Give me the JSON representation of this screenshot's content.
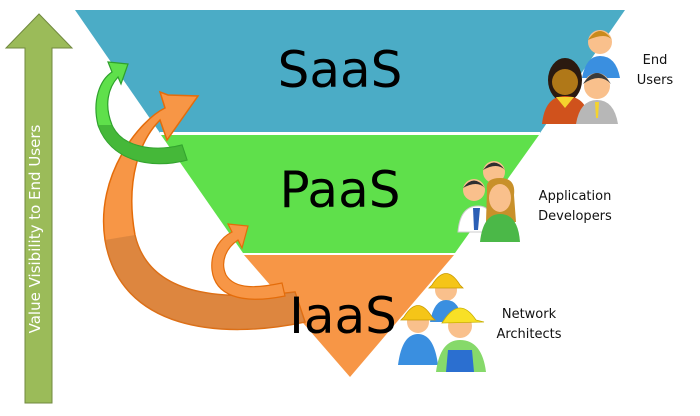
{
  "axis_arrow": {
    "label": "Value Visibility to End Users",
    "color": "#9bbb59"
  },
  "layers": [
    {
      "name": "SaaS",
      "color": "#4bacc6",
      "audience_line1": "End",
      "audience_line2": "Users",
      "icon": "end-users-group-icon"
    },
    {
      "name": "PaaS",
      "color": "#5fe04b",
      "audience_line1": "Application",
      "audience_line2": "Developers",
      "icon": "developers-group-icon"
    },
    {
      "name": "IaaS",
      "color": "#f79646",
      "audience_line1": "Network",
      "audience_line2": "Architects",
      "icon": "construction-workers-group-icon"
    }
  ]
}
